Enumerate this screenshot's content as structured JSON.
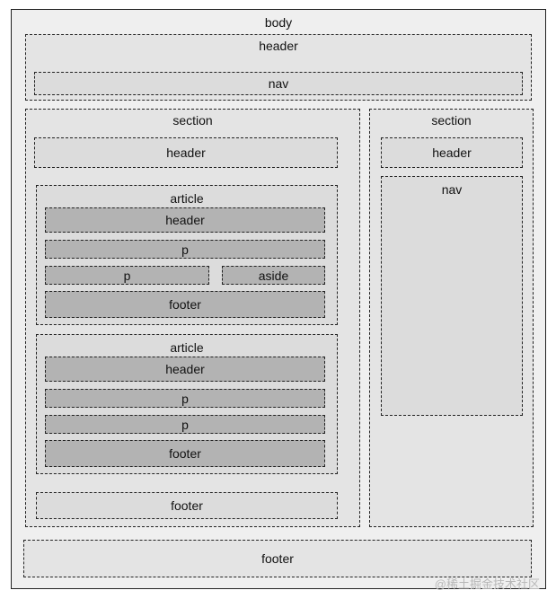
{
  "diagram": {
    "body_label": "body",
    "page_header": {
      "label": "header",
      "nav_label": "nav"
    },
    "main_section": {
      "label": "section",
      "header_label": "header",
      "article_1": {
        "label": "article",
        "header_label": "header",
        "p1_label": "p",
        "p2_label": "p",
        "aside_label": "aside",
        "footer_label": "footer"
      },
      "article_2": {
        "label": "article",
        "header_label": "header",
        "p1_label": "p",
        "p2_label": "p",
        "footer_label": "footer"
      },
      "footer_label": "footer"
    },
    "side_section": {
      "label": "section",
      "header_label": "header",
      "nav_label": "nav"
    },
    "page_footer_label": "footer"
  },
  "watermark": "@稀土掘金技术社区"
}
